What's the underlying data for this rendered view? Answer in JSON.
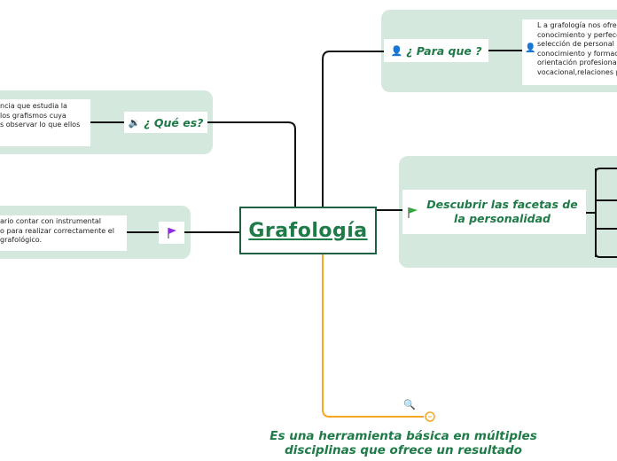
{
  "central": {
    "title": "Grafología"
  },
  "que_es": {
    "title": "¿ Qué es?",
    "icon": "speaker-icon",
    "note": [
      "ncia que estudia la",
      "los grafismos cuya",
      "s observar lo que ellos"
    ]
  },
  "left_flag": {
    "icon": "purple-flag-icon",
    "note": [
      "ario contar con instrumental",
      "o para realizar correctamente el",
      "grafológico."
    ]
  },
  "para_que": {
    "title": "¿ Para que ?",
    "icon": "person-icon",
    "note": [
      "L a grafología nos ofrec",
      "conocimiento y perfecc",
      "selección de personal",
      "conocimiento y formaci",
      "orientación profesional",
      "vocacional,relaciones p"
    ]
  },
  "facetas": {
    "title": "Descubrir las facetas de la personalidad",
    "icon": "green-flag-icon"
  },
  "bottom": {
    "icon": "magnifier-icon",
    "text": "Es una herramienta básica en múltiples disciplinas que ofrece un resultado"
  },
  "colors": {
    "accent": "#1e7a47",
    "panel": "#d4e8dd",
    "line": "#111111",
    "orange": "#f5a623"
  }
}
